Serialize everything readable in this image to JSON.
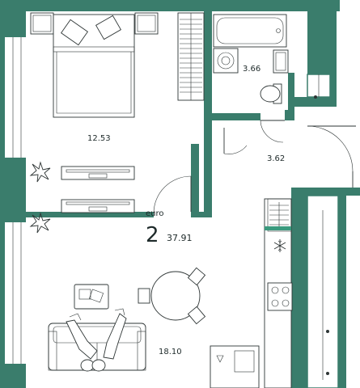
{
  "colors": {
    "wall": "#3a7d6c",
    "accent": "#3a9a7e",
    "line": "#2e3535"
  },
  "unit": {
    "type_label": "euro",
    "rooms": "2",
    "total_area": "37.91"
  },
  "rooms": {
    "bedroom_area": "12.53",
    "bathroom_area": "3.66",
    "hall_area": "3.62",
    "living_area": "18.10"
  }
}
